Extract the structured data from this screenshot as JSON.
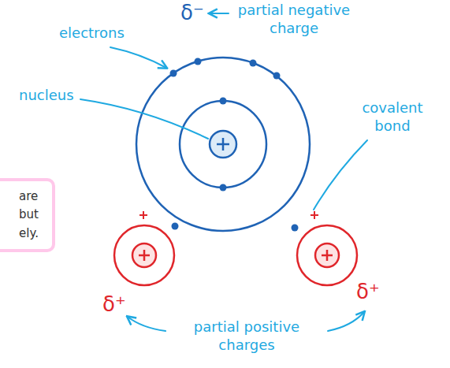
{
  "diagram": {
    "nodes": [
      {
        "text": [
          "are but ely."
        ]
      }
    ],
    "labels": [
      "δ⁻",
      "partial negative charge",
      "electrons",
      "nucleus",
      "covalent bond",
      "δ⁺",
      "δ⁺",
      "partial positive charges"
    ]
  }
}
